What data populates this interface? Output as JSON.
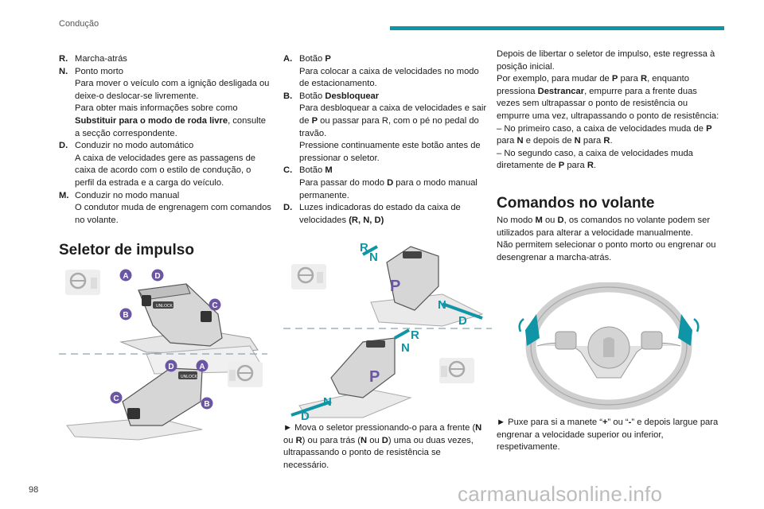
{
  "header": {
    "section": "Condução"
  },
  "left": {
    "items": [
      {
        "key": "R.",
        "lines": [
          {
            "text": "Marcha-atrás"
          }
        ]
      },
      {
        "key": "N.",
        "lines": [
          {
            "text": "Ponto morto"
          },
          {
            "text": "Para mover o veículo com a ignição desligada ou deixe-o deslocar-se livremente."
          },
          {
            "pre": "Para obter mais informações sobre como ",
            "bold": "Substituir para o modo de roda livre",
            "post": ", consulte a secção correspondente."
          }
        ]
      },
      {
        "key": "D.",
        "lines": [
          {
            "text": "Conduzir no modo automático"
          },
          {
            "text": "A caixa de velocidades gere as passagens de caixa de acordo com o estilo de condução, o perfil da estrada e a carga do veículo."
          }
        ]
      },
      {
        "key": "M.",
        "lines": [
          {
            "text": "Conduzir no modo manual"
          },
          {
            "text": "O condutor muda de engrenagem com comandos no volante."
          }
        ]
      }
    ],
    "heading": "Seletor de impulso",
    "figure_labels": {
      "a": "A",
      "b": "B",
      "c": "C",
      "d": "D",
      "unlock": "UNLOCK"
    }
  },
  "middle": {
    "items": [
      {
        "key": "A.",
        "lines": [
          {
            "pre": "Botão ",
            "bold": "P",
            "post": ""
          },
          {
            "text": "Para colocar a caixa de velocidades no modo de estacionamento."
          }
        ]
      },
      {
        "key": "B.",
        "lines": [
          {
            "pre": "Botão ",
            "bold": "Desbloquear",
            "post": ""
          },
          {
            "pre": "Para desbloquear a caixa de velocidades e sair de ",
            "bold": "P",
            "post": " ou passar para R, com o pé no pedal do travão."
          },
          {
            "text": "Pressione continuamente este botão antes de pressionar o seletor."
          }
        ]
      },
      {
        "key": "C.",
        "lines": [
          {
            "pre": "Botão ",
            "bold": "M",
            "post": ""
          },
          {
            "pre": "Para passar do modo ",
            "bold": "D",
            "post": " para o modo manual permanente."
          }
        ]
      },
      {
        "key": "D.",
        "lines": [
          {
            "pre": "Luzes indicadoras do estado da caixa de velocidades ",
            "bold": "(R, N, D)",
            "post": ""
          }
        ]
      }
    ],
    "figure_labels": {
      "r": "R",
      "n": "N",
      "d": "D",
      "p": "P"
    },
    "instruction": {
      "arrow": "►",
      "t1": " Mova o seletor pressionando-o para a frente (",
      "b1": "N",
      "t2": " ou ",
      "b2": "R",
      "t3": ") ou para trás (",
      "b3": "N",
      "t4": " ou ",
      "b4": "D",
      "t5": ") uma ou duas vezes, ultrapassando o ponto de resistência se necessário."
    }
  },
  "right": {
    "para1": "Depois de libertar o seletor de impulso, este regressa à posição inicial.",
    "para2": {
      "a": "Por exemplo, para mudar de ",
      "b1": "P",
      "c": " para ",
      "b2": "R",
      "d": ", enquanto pressiona ",
      "b3": "Destrancar",
      "e": ", empurre para a frente duas vezes sem ultrapassar o ponto de resistência ou empurre uma vez, ultrapassando o ponto de resistência:"
    },
    "dash1": {
      "a": "–  No primeiro caso, a caixa de velocidades muda de ",
      "b1": "P",
      "c": " para ",
      "b2": "N",
      "d": " e depois de ",
      "b3": "N",
      "e": " para ",
      "b4": "R",
      "f": "."
    },
    "dash2": {
      "a": "–  No segundo caso, a caixa de velocidades muda diretamente de ",
      "b1": "P",
      "c": " para ",
      "b2": "R",
      "d": "."
    },
    "heading": "Comandos no volante",
    "para3": {
      "a": "No modo ",
      "b1": "M",
      "c": " ou ",
      "b2": "D",
      "d": ", os comandos no volante podem ser utilizados para alterar a velocidade manualmente."
    },
    "para4": "Não permitem selecionar o ponto morto ou engrenar ou desengrenar a marcha-atrás.",
    "instruction": {
      "arrow": "►",
      "t1": " Puxe para si a manete “",
      "b1": "+",
      "t2": "” ou “",
      "b2": "-",
      "t3": "” e depois largue para engrenar a velocidade superior ou inferior, respetivamente."
    }
  },
  "footer": {
    "page_number": "98",
    "watermark": "carmanualsonline.info"
  },
  "colors": {
    "accent": "#0f95a5",
    "label_purple": "#6b56a3"
  }
}
